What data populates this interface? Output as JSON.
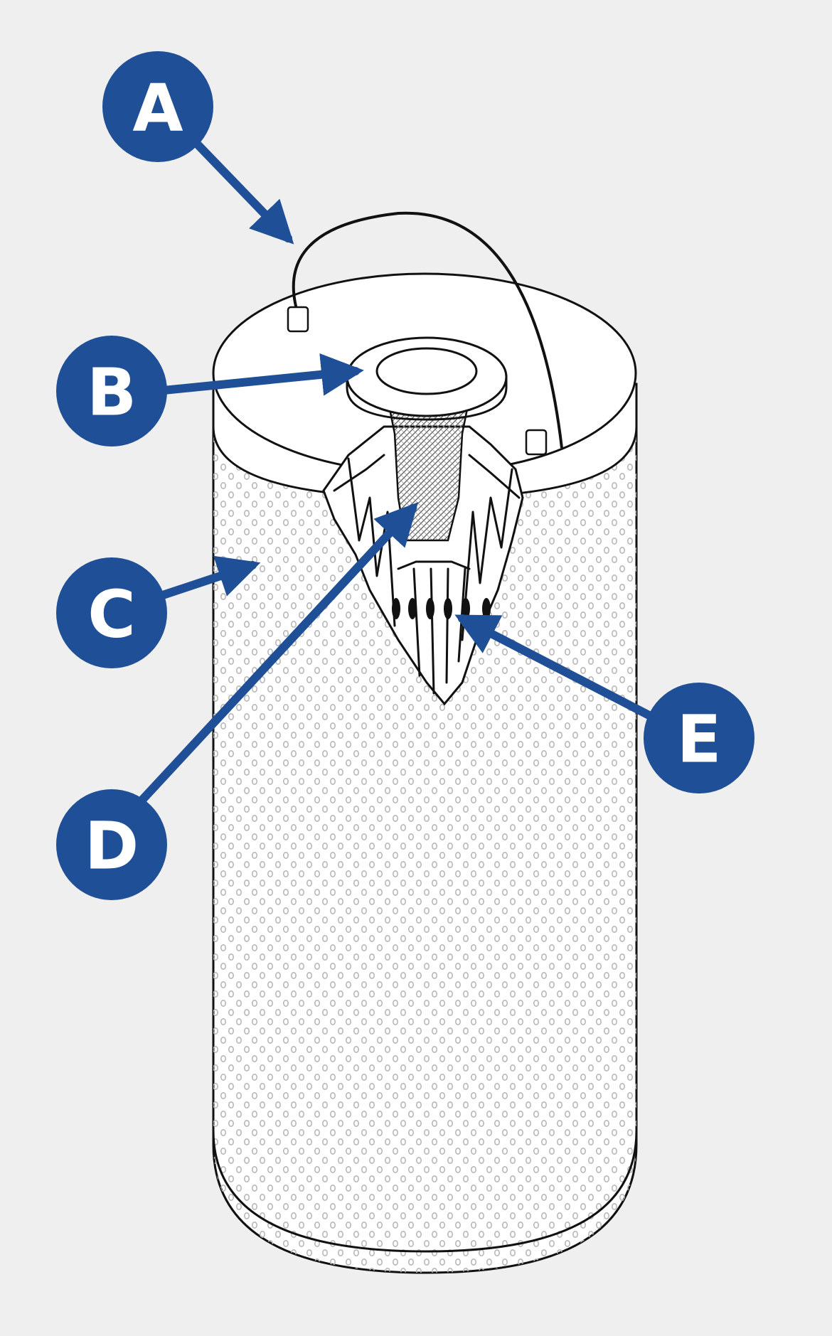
{
  "colors": {
    "background": "#efefef",
    "callout": "#1f4f96",
    "outline": "#111111",
    "perforation": "#b8b8b8",
    "filter_body": "#ffffff"
  },
  "callouts": [
    {
      "id": "a",
      "letter": "A"
    },
    {
      "id": "b",
      "letter": "B"
    },
    {
      "id": "c",
      "letter": "C"
    },
    {
      "id": "d",
      "letter": "D"
    },
    {
      "id": "e",
      "letter": "E"
    }
  ]
}
